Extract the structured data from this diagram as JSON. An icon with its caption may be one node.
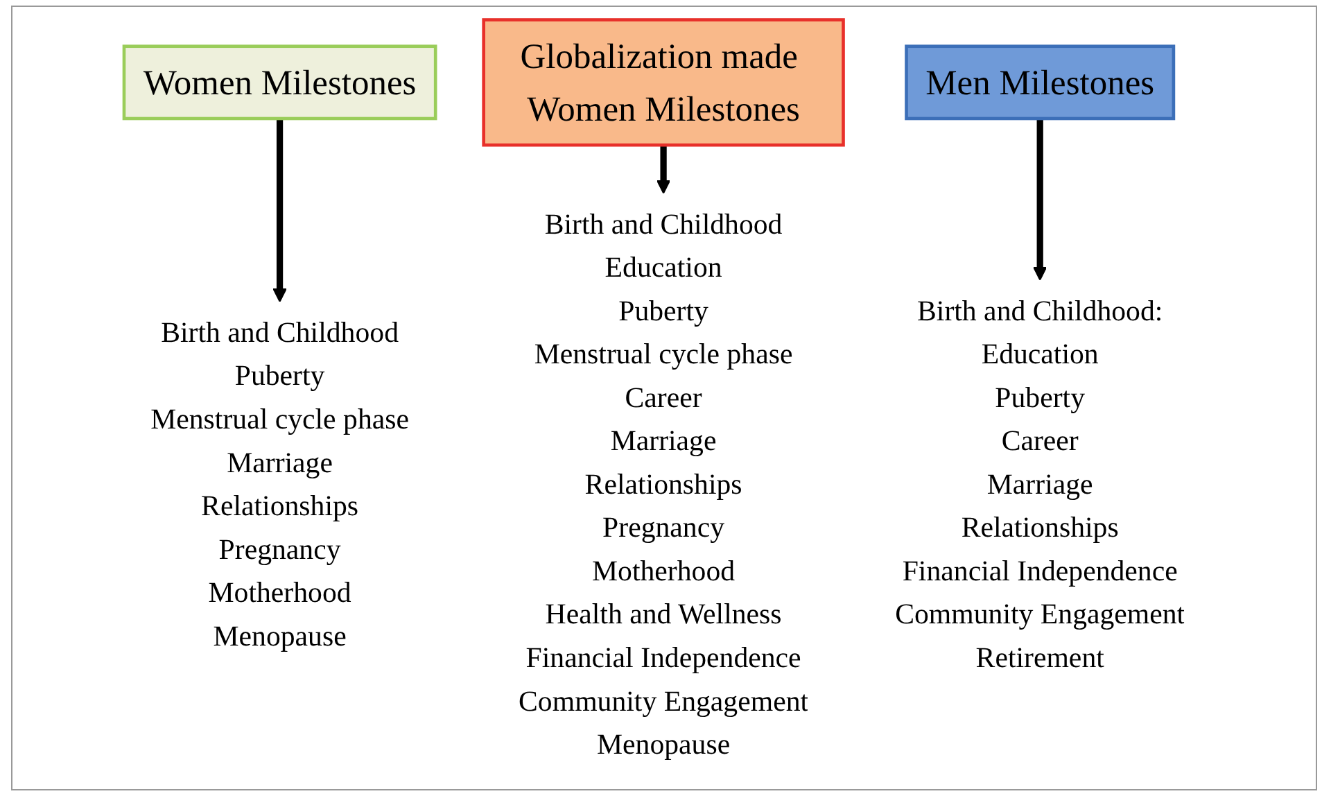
{
  "diagram": {
    "nodes": [
      {
        "text": [
          "Globalization made Women Milestones"
        ]
      },
      {
        "text": [
          "Women Milestones"
        ]
      },
      {
        "text": [
          "Men Milestones"
        ]
      },
      {
        "text": [
          "Birth and Childhood",
          "Puberty",
          "Menstrual cycle phase",
          "Marriage",
          "Relationships",
          "Pregnancy",
          "Motherhood",
          "Menopause"
        ]
      },
      {
        "text": [
          "Birth and Childhood",
          "Education",
          "Puberty",
          "Menstrual cycle phase",
          "Career",
          "Marriage",
          "Relationships",
          "Pregnancy",
          "Motherhood",
          "Health and Wellness",
          "Financial Independence",
          "Community Engagement",
          "Menopause"
        ]
      },
      {
        "text": [
          "Birth and Childhood:",
          "Education",
          "Puberty",
          "Career",
          "Marriage",
          "Relationships",
          "Financial Independence",
          "Community Engagement",
          "Retirement"
        ]
      }
    ],
    "edges": [
      {
        "from": 0,
        "to": 4,
        "arrow": "to"
      },
      {
        "from": 1,
        "to": 3,
        "arrow": "to"
      },
      {
        "from": 2,
        "to": 5,
        "arrow": "to"
      }
    ]
  }
}
